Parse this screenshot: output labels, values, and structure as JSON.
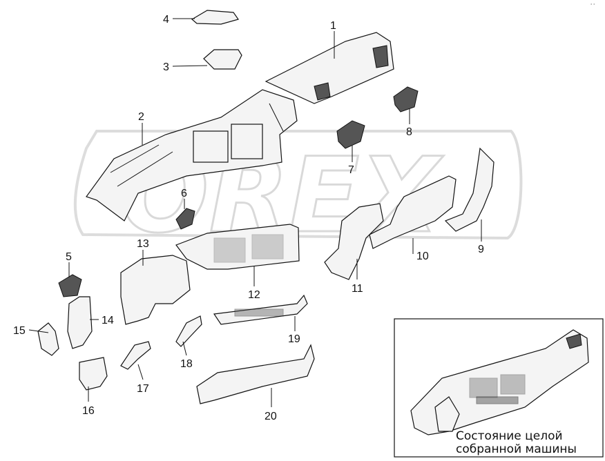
{
  "watermark": "OREX",
  "corner_mark": "° °",
  "parts": [
    {
      "number": "1"
    },
    {
      "number": "2"
    },
    {
      "number": "3"
    },
    {
      "number": "4"
    },
    {
      "number": "5"
    },
    {
      "number": "6"
    },
    {
      "number": "7"
    },
    {
      "number": "8"
    },
    {
      "number": "9"
    },
    {
      "number": "10"
    },
    {
      "number": "11"
    },
    {
      "number": "12"
    },
    {
      "number": "13"
    },
    {
      "number": "14"
    },
    {
      "number": "15"
    },
    {
      "number": "16"
    },
    {
      "number": "17"
    },
    {
      "number": "18"
    },
    {
      "number": "19"
    },
    {
      "number": "20"
    }
  ],
  "inset": {
    "caption_line1": "Состояние целой",
    "caption_line2": "собранной  машины"
  }
}
